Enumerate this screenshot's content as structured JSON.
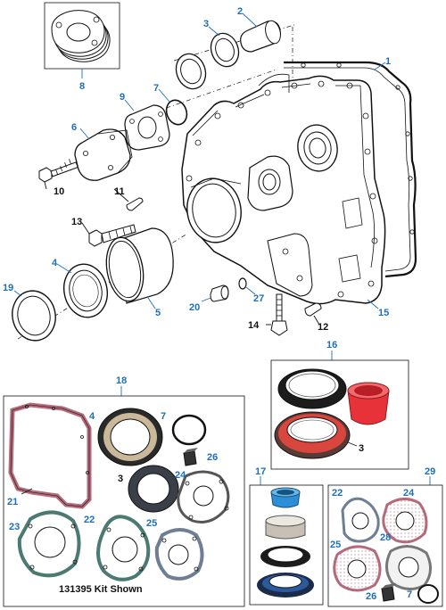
{
  "labels": {
    "c1": "1",
    "c2": "2",
    "c3": "3",
    "c4": "4",
    "c5": "5",
    "c6": "6",
    "c7": "7",
    "c8": "8",
    "c9": "9",
    "c10": "10",
    "c11": "11",
    "c12": "12",
    "c13": "13",
    "c14": "14",
    "c15": "15",
    "c16": "16",
    "c17": "17",
    "c18": "18",
    "c19": "19",
    "c20": "20",
    "c27": "27",
    "c29": "29"
  },
  "kit18": {
    "caption": "131395 Kit Shown",
    "l4": "4",
    "l7": "7",
    "l26": "26",
    "l21": "21",
    "l3": "3",
    "l24": "24",
    "l23": "23",
    "l22": "22",
    "l25": "25"
  },
  "kit16": {
    "l3": "3"
  },
  "kit29": {
    "l22": "22",
    "l24": "24",
    "l25": "25",
    "l28": "28",
    "l26": "26",
    "l7": "7"
  },
  "colors": {
    "callout": "#1f6fb5",
    "seal_red": "#e8323a",
    "gasket_pink": "#f2c9d2",
    "ring_blue": "#2c8fd6"
  }
}
